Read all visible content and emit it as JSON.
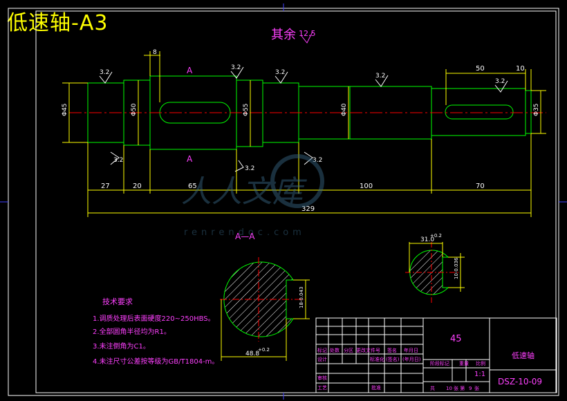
{
  "title": "低速轴-A3",
  "roughness_note": {
    "text": "其余",
    "value": "12.5"
  },
  "section_labels": {
    "a_top": "A",
    "a_bottom": "A",
    "section_aa": "A—A"
  },
  "roughness_marks": [
    "3.2",
    "3.2",
    "3.2",
    "3.2",
    "3.2",
    "3.2",
    "3.2",
    "3.2"
  ],
  "diameters": [
    "Φ45",
    "Φ50",
    "Φ55",
    "Φ40",
    "Φ35"
  ],
  "dims_top": {
    "key_offset": "8",
    "key_len_right": "50",
    "right_end": "10"
  },
  "dims_bottom": [
    "27",
    "20",
    "65",
    "100",
    "70"
  ],
  "total_length": "329",
  "section_dims": {
    "key_depth_left": "48.8",
    "key_depth_left_tol": "+0.2",
    "key_width_left": "18-0.043",
    "key_depth_right": "31.0",
    "key_depth_right_tol": "+0.2",
    "key_width_right": "10-0.036"
  },
  "watermark": {
    "text": "人人文库",
    "url": "renrendoc.com"
  },
  "tech_requirements": {
    "heading": "技术要求",
    "items": [
      "1.调质处理后表面硬度220~250HBS。",
      "2.全部圆角半径均为R1。",
      "3.未注倒角为C1。",
      "4.未注尺寸公差按等级为GB/T1804-m。"
    ]
  },
  "title_block": {
    "material": "45",
    "part_name": "低速轴",
    "drawing_no": "DSZ-10-09",
    "scale": "1:1",
    "sheet_total": "10",
    "sheet_num": "9",
    "row_labels": [
      "标记",
      "处数",
      "分区",
      "更改文件号",
      "签名",
      "年月日"
    ],
    "row2_labels": [
      "设计",
      "",
      "标准化",
      "(签名)",
      "(年月日)"
    ],
    "stage_label": "阶段标记",
    "weight_label": "重量",
    "scale_label": "比例",
    "check_label": "审核",
    "craft_label": "工艺",
    "approve_label": "批准",
    "sheet_text_1": "共",
    "sheet_text_2": "张 第",
    "sheet_text_3": "张"
  }
}
